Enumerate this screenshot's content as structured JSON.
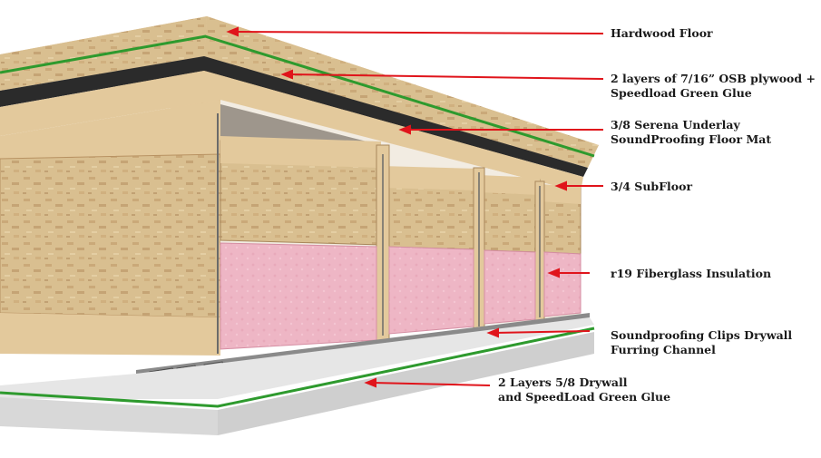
{
  "labels": {
    "hardwood": [
      "Hardwood Floor"
    ],
    "osb": [
      "2 layers of 7/16” OSB plywood +",
      "Speedload Green Glue"
    ],
    "underlay": [
      "3/8 Serena Underlay",
      "SoundProofing Floor Mat"
    ],
    "subfloor": [
      "3/4 SubFloor"
    ],
    "insulation": [
      "r19 Fiberglass Insulation"
    ],
    "clips": [
      "Soundproofing Clips Drywall",
      "Furring Channel"
    ],
    "drywall": [
      "2 Layers 5/8 Drywall",
      "and SpeedLoad Green Glue"
    ]
  },
  "colors": {
    "arrow": "#e0141b",
    "green_glue": "#2e9a2e",
    "osb": "#d4b98a",
    "joist": "#e3c99c",
    "insulation": "#eeb7c6",
    "underlay": "#2b2b2b",
    "drywall": "#e6e6e6",
    "hardwood": "#e8c9a0"
  }
}
